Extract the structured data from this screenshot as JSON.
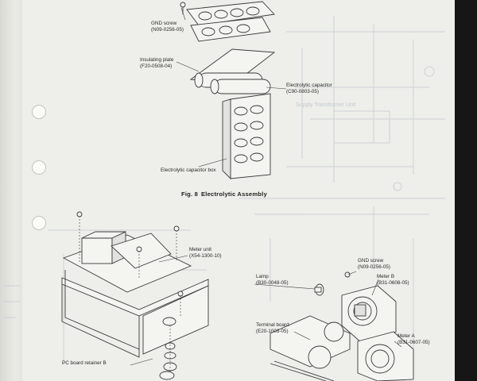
{
  "figure": {
    "number": "Fig. 8",
    "title": "Electrolytic Assembly"
  },
  "labels": {
    "gnd_screw_top": {
      "text": "GND screw",
      "code": "(N09-0256-05)"
    },
    "insulating_plate": {
      "text": "Insulating plate",
      "code": "(F20-0508-04)"
    },
    "electrolytic_capacitor": {
      "text": "Electrolytic capacitor",
      "code": "(C90-0803-05)"
    },
    "electrolytic_capacitor_box": {
      "text": "Electrolytic capacitor box"
    },
    "meter_unit": {
      "text": "Meter unit",
      "code": "(X54-1300-10)"
    },
    "lamp": {
      "text": "Lamp",
      "code": "(B30-0048-05)"
    },
    "gnd_screw_bottom": {
      "text": "GND screw",
      "code": "(N09-0256-05)"
    },
    "meter_b": {
      "text": "Meter B",
      "code": "(B31-0608-05)"
    },
    "terminal_board": {
      "text": "Terminal board",
      "code": "(E20-1003-05)"
    },
    "meter_a": {
      "text": "Meter A",
      "code": "(B31-0607-05)"
    },
    "pc_board_retainer": {
      "text": "PC board retainer B"
    }
  },
  "colors": {
    "paper": "#eeeeea",
    "ink": "#2a2a2a",
    "show_through": "#c9cfd6",
    "background": "#161616"
  }
}
